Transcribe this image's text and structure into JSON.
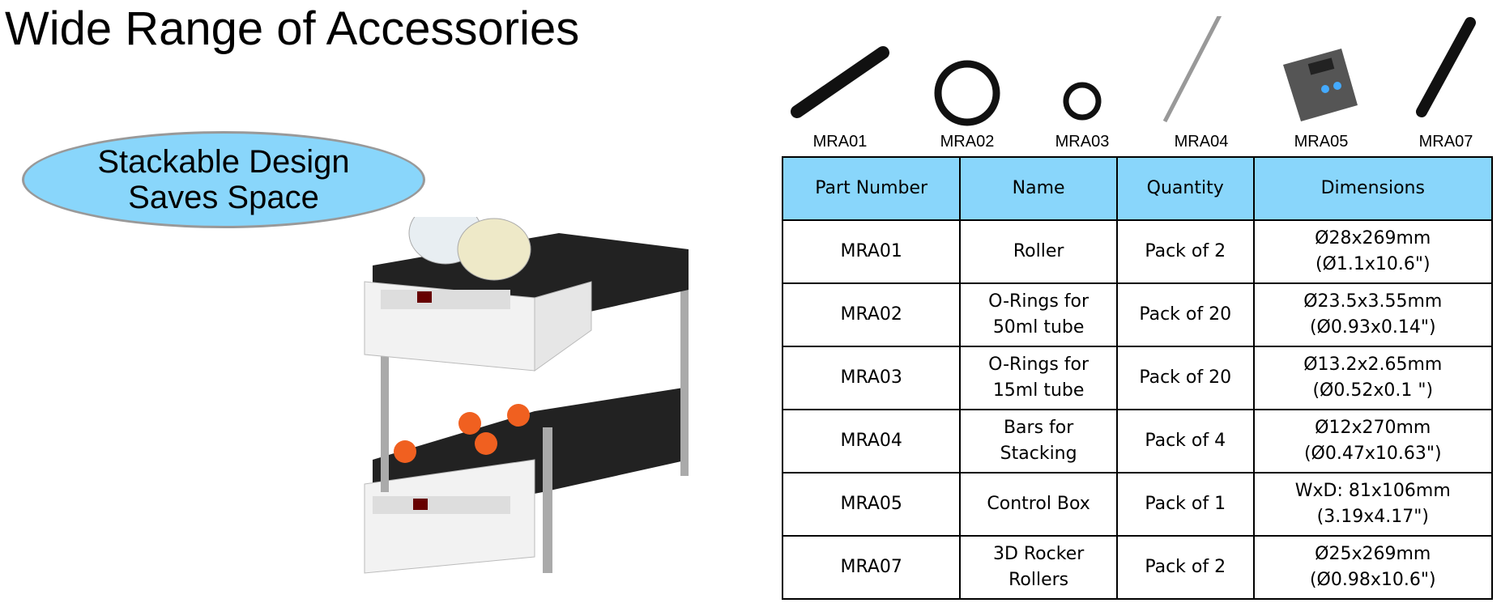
{
  "title": "Wide Range of Accessories",
  "bubble": {
    "line1": "Stackable Design",
    "line2": "Saves Space"
  },
  "colors": {
    "header_bg": "#89d6fb",
    "bubble_bg": "#89d6fb"
  },
  "accessories": [
    {
      "label": "MRA01",
      "icon": "roller-icon"
    },
    {
      "label": "MRA02",
      "icon": "large-o-ring-icon"
    },
    {
      "label": "MRA03",
      "icon": "small-o-ring-icon"
    },
    {
      "label": "MRA04",
      "icon": "stacking-bar-icon"
    },
    {
      "label": "MRA05",
      "icon": "control-box-icon"
    },
    {
      "label": "MRA07",
      "icon": "rocker-roller-icon"
    }
  ],
  "table": {
    "headers": [
      "Part Number",
      "Name",
      "Quantity",
      "Dimensions"
    ],
    "rows": [
      {
        "part": "MRA01",
        "name": [
          "Roller"
        ],
        "qty": "Pack of 2",
        "dim": [
          "Ø28x269mm",
          "(Ø1.1x10.6\")"
        ]
      },
      {
        "part": "MRA02",
        "name": [
          "O-Rings for",
          "50ml tube"
        ],
        "qty": "Pack of 20",
        "dim": [
          "Ø23.5x3.55mm",
          "(Ø0.93x0.14\")"
        ]
      },
      {
        "part": "MRA03",
        "name": [
          "O-Rings for",
          "15ml tube"
        ],
        "qty": "Pack of 20",
        "dim": [
          "Ø13.2x2.65mm",
          "(Ø0.52x0.1 \")"
        ]
      },
      {
        "part": "MRA04",
        "name": [
          "Bars for",
          "Stacking"
        ],
        "qty": "Pack of 4",
        "dim": [
          "Ø12x270mm",
          "(Ø0.47x10.63\")"
        ]
      },
      {
        "part": "MRA05",
        "name": [
          "Control Box"
        ],
        "qty": "Pack of 1",
        "dim": [
          "WxD: 81x106mm",
          "(3.19x4.17\")"
        ]
      },
      {
        "part": "MRA07",
        "name": [
          "3D Rocker",
          "Rollers"
        ],
        "qty": "Pack of 2",
        "dim": [
          "Ø25x269mm",
          "(Ø0.98x10.6\")"
        ]
      }
    ]
  }
}
